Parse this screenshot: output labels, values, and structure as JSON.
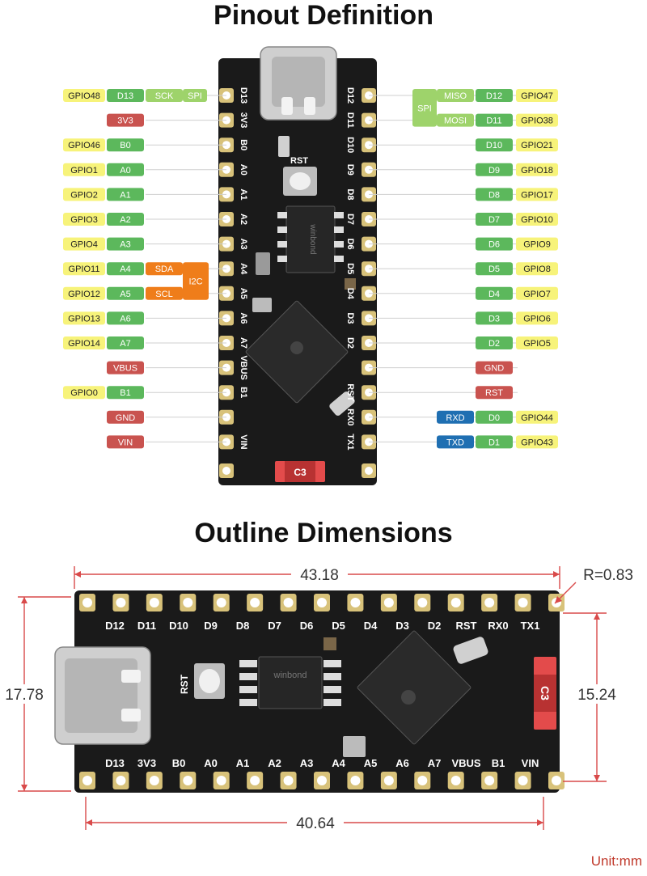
{
  "titles": {
    "pinout": "Pinout Definition",
    "outline": "Outline Dimensions"
  },
  "colors": {
    "gpio": "#f7f37a",
    "pin": "#5cb85c",
    "spi": "#9ed36b",
    "i2c": "#ef7d1a",
    "power": "#c9534f",
    "uart": "#1f6fb2",
    "pcb": "#1a1a1a",
    "pad": "#d8c27a"
  },
  "spi_label": "SPI",
  "i2c_label": "I2C",
  "left_pins": [
    {
      "gpio": "GPIO48",
      "pin": "D13",
      "func": "SCK",
      "board": "D13"
    },
    {
      "power": "3V3",
      "board": "3V3"
    },
    {
      "gpio": "GPIO46",
      "pin": "B0",
      "board": "B0"
    },
    {
      "gpio": "GPIO1",
      "pin": "A0",
      "board": "A0"
    },
    {
      "gpio": "GPIO2",
      "pin": "A1",
      "board": "A1"
    },
    {
      "gpio": "GPIO3",
      "pin": "A2",
      "board": "A2"
    },
    {
      "gpio": "GPIO4",
      "pin": "A3",
      "board": "A3"
    },
    {
      "gpio": "GPIO11",
      "pin": "A4",
      "func": "SDA",
      "board": "A4"
    },
    {
      "gpio": "GPIO12",
      "pin": "A5",
      "func": "SCL",
      "board": "A5"
    },
    {
      "gpio": "GPIO13",
      "pin": "A6",
      "board": "A6"
    },
    {
      "gpio": "GPIO14",
      "pin": "A7",
      "board": "A7"
    },
    {
      "power": "VBUS",
      "board": "VBUS"
    },
    {
      "gpio": "GPIO0",
      "pin": "B1",
      "board": "B1"
    },
    {
      "power": "GND",
      "board": ""
    },
    {
      "power": "VIN",
      "board": "VIN"
    }
  ],
  "right_pins": [
    {
      "gpio": "GPIO47",
      "pin": "D12",
      "func": "MISO",
      "board": "D12"
    },
    {
      "gpio": "GPIO38",
      "pin": "D11",
      "func": "MOSI",
      "board": "D11"
    },
    {
      "gpio": "GPIO21",
      "pin": "D10",
      "board": "D10"
    },
    {
      "gpio": "GPIO18",
      "pin": "D9",
      "board": "D9"
    },
    {
      "gpio": "GPIO17",
      "pin": "D8",
      "board": "D8"
    },
    {
      "gpio": "GPIO10",
      "pin": "D7",
      "board": "D7"
    },
    {
      "gpio": "GPIO9",
      "pin": "D6",
      "board": "D6"
    },
    {
      "gpio": "GPIO8",
      "pin": "D5",
      "board": "D5"
    },
    {
      "gpio": "GPIO7",
      "pin": "D4",
      "board": "D4"
    },
    {
      "gpio": "GPIO6",
      "pin": "D3",
      "board": "D3"
    },
    {
      "gpio": "GPIO5",
      "pin": "D2",
      "board": "D2"
    },
    {
      "power": "GND",
      "board": ""
    },
    {
      "power": "RST",
      "board": "RST"
    },
    {
      "gpio": "GPIO44",
      "pin": "D0",
      "uart": "RXD",
      "board": "RX0"
    },
    {
      "gpio": "GPIO43",
      "pin": "D1",
      "uart": "TXD",
      "board": "TX1"
    }
  ],
  "board_text": {
    "rst": "RST",
    "chip": "winbond",
    "module": "C3"
  },
  "outline": {
    "top_labels": [
      "D12",
      "D11",
      "D10",
      "D9",
      "D8",
      "D7",
      "D6",
      "D5",
      "D4",
      "D3",
      "D2",
      "RST",
      "RX0",
      "TX1"
    ],
    "bottom_labels": [
      "D13",
      "3V3",
      "B0",
      "A0",
      "A1",
      "A2",
      "A3",
      "A4",
      "A5",
      "A6",
      "A7",
      "VBUS",
      "B1",
      "VIN"
    ],
    "dims": {
      "top_width": "43.18",
      "bottom_width": "40.64",
      "left_height": "17.78",
      "right_height": "15.24",
      "radius": "R=0.83"
    },
    "unit": "Unit:mm"
  }
}
